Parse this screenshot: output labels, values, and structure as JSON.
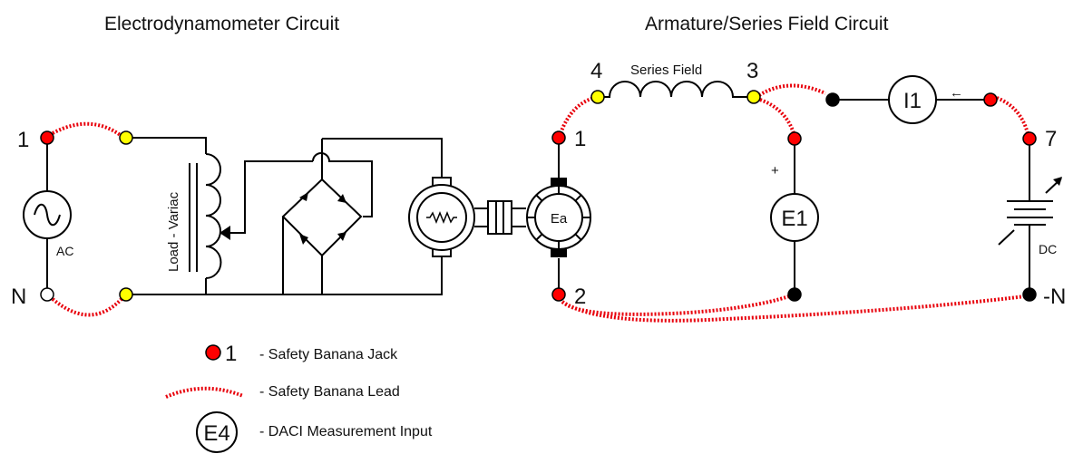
{
  "titles": {
    "left": "Electrodynamometer Circuit",
    "right": "Armature/Series Field Circuit"
  },
  "left_circuit": {
    "terminal_top": "1",
    "terminal_bottom": "N",
    "source_label": "AC",
    "variac_label": "Load - Variac"
  },
  "right_circuit": {
    "series_field_label": "Series Field",
    "terminal_4": "4",
    "terminal_3": "3",
    "armature_top": "1",
    "armature_bottom": "2",
    "armature_label": "Ea",
    "voltmeter_label": "E1",
    "voltmeter_polarity": "+",
    "ammeter_label": "I1",
    "current_arrow": "←",
    "dc_terminal_top": "7",
    "dc_terminal_bottom": "-N",
    "dc_label": "DC"
  },
  "legend": {
    "jack_number": "1",
    "jack_text": "- Safety Banana Jack",
    "lead_text": "- Safety Banana Lead",
    "meter_label": "E4",
    "meter_text": "- DACI Measurement Input"
  },
  "colors": {
    "jack_red": "#ff0000",
    "jack_yellow": "#ffff00",
    "lead": "#e8000b"
  }
}
